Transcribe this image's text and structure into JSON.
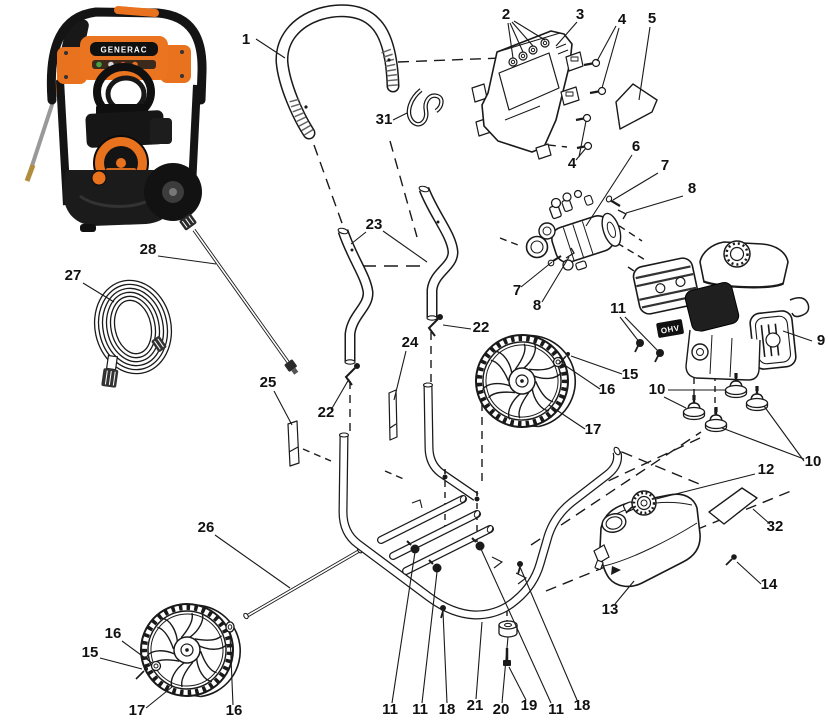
{
  "figure": {
    "kind": "exploded parts diagram",
    "subject": "Generac portable pressure washer",
    "background": "#ffffff",
    "line_color": "#1a1a1a",
    "brand_orange": "#e8721e"
  },
  "photo": {
    "brand": "GENERAC"
  },
  "engine": {
    "badge": "OHV"
  },
  "callouts": [
    {
      "n": "1"
    },
    {
      "n": "2"
    },
    {
      "n": "3"
    },
    {
      "n": "4"
    },
    {
      "n": "5"
    },
    {
      "n": "4"
    },
    {
      "n": "6"
    },
    {
      "n": "7"
    },
    {
      "n": "8"
    },
    {
      "n": "7"
    },
    {
      "n": "8"
    },
    {
      "n": "9"
    },
    {
      "n": "11"
    },
    {
      "n": "15"
    },
    {
      "n": "16"
    },
    {
      "n": "17"
    },
    {
      "n": "10"
    },
    {
      "n": "10"
    },
    {
      "n": "12"
    },
    {
      "n": "32"
    },
    {
      "n": "13"
    },
    {
      "n": "14"
    },
    {
      "n": "22"
    },
    {
      "n": "23"
    },
    {
      "n": "24"
    },
    {
      "n": "22"
    },
    {
      "n": "25"
    },
    {
      "n": "26"
    },
    {
      "n": "27"
    },
    {
      "n": "28"
    },
    {
      "n": "31"
    },
    {
      "n": "11"
    },
    {
      "n": "11"
    },
    {
      "n": "18"
    },
    {
      "n": "21"
    },
    {
      "n": "20"
    },
    {
      "n": "19"
    },
    {
      "n": "11"
    },
    {
      "n": "18"
    },
    {
      "n": "16"
    },
    {
      "n": "15"
    },
    {
      "n": "17"
    },
    {
      "n": "16"
    }
  ]
}
